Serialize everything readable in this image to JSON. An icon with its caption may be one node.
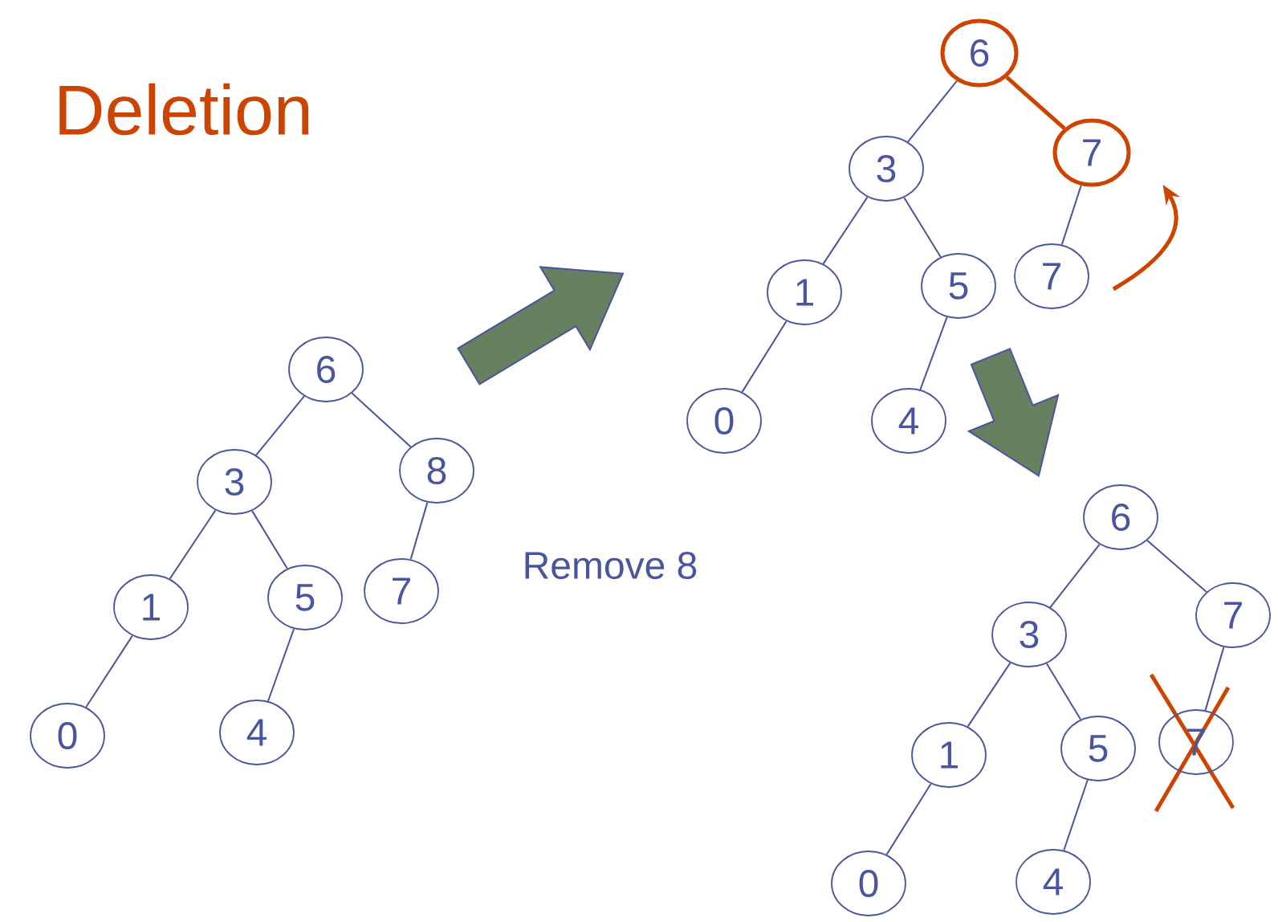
{
  "diagram": {
    "title": "Deletion",
    "nodes": [
      {
        "text": [
          "6"
        ]
      },
      {
        "text": [
          "3"
        ]
      },
      {
        "text": [
          "8"
        ]
      },
      {
        "text": [
          "1"
        ]
      },
      {
        "text": [
          "5"
        ]
      },
      {
        "text": [
          "7"
        ]
      },
      {
        "text": [
          "0"
        ]
      },
      {
        "text": [
          "4"
        ]
      },
      {
        "text": [
          "6"
        ]
      },
      {
        "text": [
          "3"
        ]
      },
      {
        "text": [
          "7"
        ]
      },
      {
        "text": [
          "1"
        ]
      },
      {
        "text": [
          "5"
        ]
      },
      {
        "text": [
          "7"
        ]
      },
      {
        "text": [
          "0"
        ]
      },
      {
        "text": [
          "4"
        ]
      },
      {
        "text": [
          "6"
        ]
      },
      {
        "text": [
          "3"
        ]
      },
      {
        "text": [
          "7"
        ]
      },
      {
        "text": [
          "1"
        ]
      },
      {
        "text": [
          "5"
        ]
      },
      {
        "text": [
          "7"
        ]
      },
      {
        "text": [
          "0"
        ]
      },
      {
        "text": [
          "4"
        ]
      }
    ],
    "edges": [
      {
        "from": 0,
        "to": 1,
        "arrow": "none"
      },
      {
        "from": 0,
        "to": 2,
        "arrow": "none"
      },
      {
        "from": 1,
        "to": 3,
        "arrow": "none"
      },
      {
        "from": 1,
        "to": 4,
        "arrow": "none"
      },
      {
        "from": 2,
        "to": 5,
        "arrow": "none"
      },
      {
        "from": 3,
        "to": 6,
        "arrow": "none"
      },
      {
        "from": 4,
        "to": 7,
        "arrow": "none"
      },
      {
        "from": 8,
        "to": 9,
        "arrow": "none"
      },
      {
        "from": 8,
        "to": 10,
        "arrow": "none",
        "style": "thick",
        "color": "#cc4400"
      },
      {
        "from": 9,
        "to": 11,
        "arrow": "none"
      },
      {
        "from": 9,
        "to": 12,
        "arrow": "none"
      },
      {
        "from": 10,
        "to": 13,
        "arrow": "none"
      },
      {
        "from": 11,
        "to": 14,
        "arrow": "none"
      },
      {
        "from": 12,
        "to": 15,
        "arrow": "none"
      },
      {
        "from": 13,
        "to": 10,
        "arrow": "to",
        "style": "thick",
        "color": "#cc4400"
      },
      {
        "from": 16,
        "to": 17,
        "arrow": "none"
      },
      {
        "from": 16,
        "to": 18,
        "arrow": "none"
      },
      {
        "from": 17,
        "to": 19,
        "arrow": "none"
      },
      {
        "from": 17,
        "to": 20,
        "arrow": "none"
      },
      {
        "from": 18,
        "to": 21,
        "arrow": "none"
      },
      {
        "from": 19,
        "to": 22,
        "arrow": "none"
      },
      {
        "from": 20,
        "to": 23,
        "arrow": "none"
      }
    ],
    "labels": [
      "Remove 8"
    ]
  }
}
